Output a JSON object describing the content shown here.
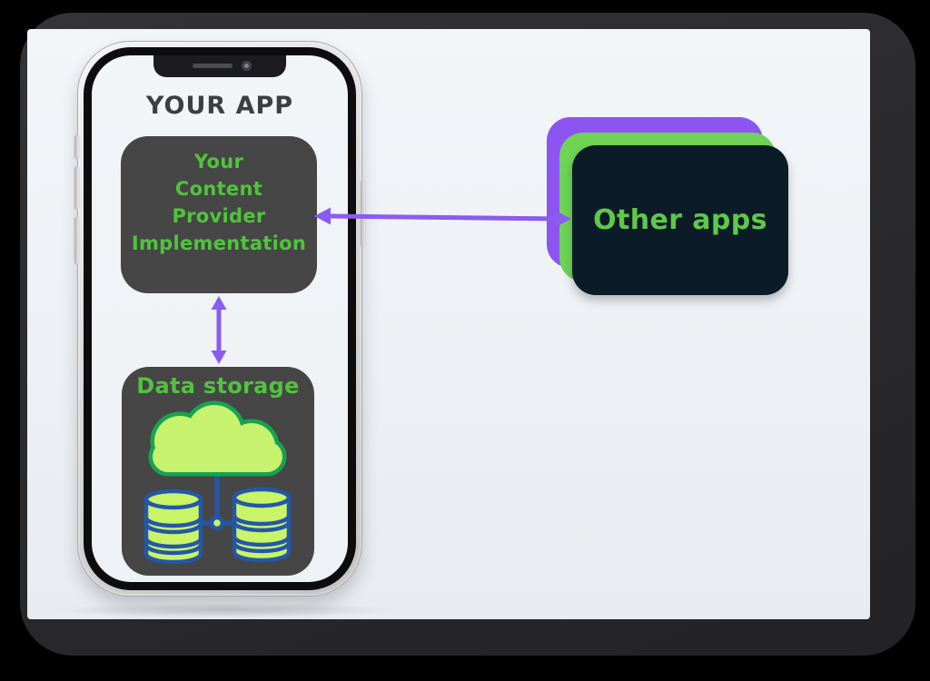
{
  "colors": {
    "accent_purple": "#8a5cf0",
    "accent_green": "#50c43c",
    "label_green": "#5ec84a",
    "card_purple": "#8c55f2",
    "card_green": "#6fd355",
    "card_navy": "#0c1b28",
    "box_gray": "#464646",
    "cloud_fill": "#c6f26d",
    "cloud_stroke": "#17a351",
    "db_fill": "#c9f468",
    "db_stroke": "#2457a7",
    "title_gray": "#3e3e3e"
  },
  "phone": {
    "app_title": "YOUR APP",
    "content_provider": {
      "lines": [
        "Your",
        "Content",
        "Provider",
        "Implementation"
      ]
    },
    "data_storage": {
      "title": "Data storage"
    }
  },
  "other_apps": {
    "label": "Other apps"
  },
  "icons": {
    "cloud": "cloud-icon",
    "database_left": "database-icon",
    "database_right": "database-icon",
    "horizontal_arrow": "bidirectional-arrow-icon",
    "vertical_arrow": "bidirectional-arrow-icon"
  }
}
